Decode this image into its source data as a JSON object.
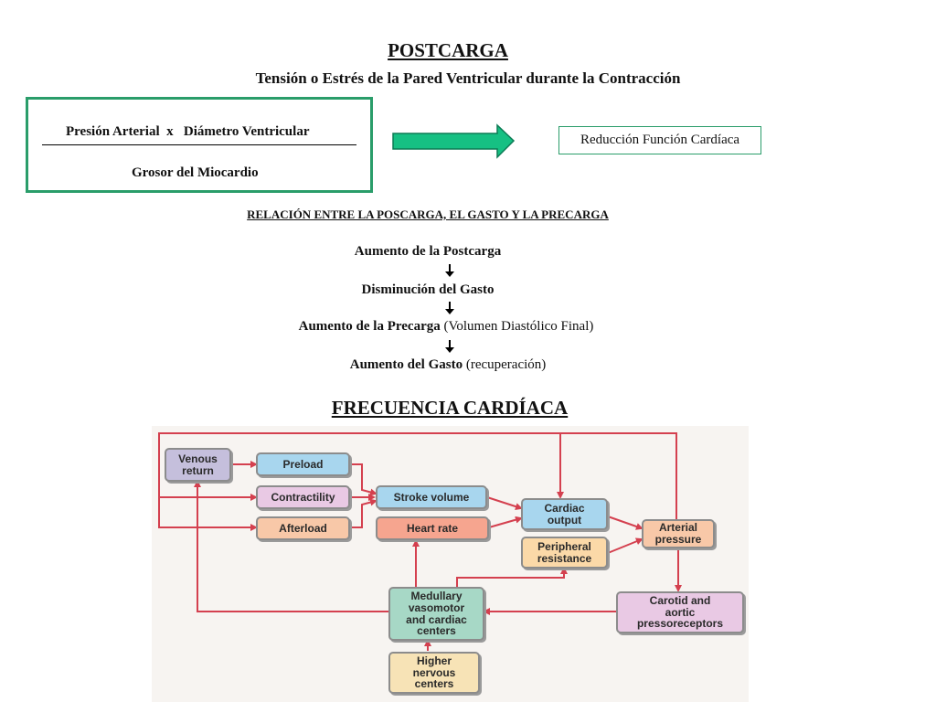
{
  "header": {
    "title": "POSTCARGA",
    "subtitle": "Tensión o Estrés de la Pared Ventricular durante la Contracción"
  },
  "formula": {
    "numerator": "Presión Arterial  x   Diámetro Ventricular",
    "denominator": "Grosor del Miocardio"
  },
  "result": {
    "label": "Reducción Función Cardíaca"
  },
  "relationship": {
    "title": "RELACIÓN ENTRE LA POSCARGA, EL GASTO Y LA PRECARGA",
    "steps": [
      {
        "bold": "Aumento de la Postcarga",
        "normal": ""
      },
      {
        "bold": "Disminución del Gasto",
        "normal": ""
      },
      {
        "bold": "Aumento de la Precarga",
        "normal": " (Volumen Diastólico Final)"
      },
      {
        "bold": "Aumento del Gasto",
        "normal": "  (recuperación)"
      }
    ]
  },
  "section2": {
    "title": "FRECUENCIA CARDÍACA"
  },
  "diagram": {
    "nodes": {
      "venous_return": {
        "l1": "Venous",
        "l2": "return"
      },
      "preload": {
        "l1": "Preload"
      },
      "contractility": {
        "l1": "Contractility"
      },
      "afterload": {
        "l1": "Afterload"
      },
      "stroke_volume": {
        "l1": "Stroke volume"
      },
      "heart_rate": {
        "l1": "Heart rate"
      },
      "cardiac_output": {
        "l1": "Cardiac",
        "l2": "output"
      },
      "peripheral_resistance": {
        "l1": "Peripheral",
        "l2": "resistance"
      },
      "arterial_pressure": {
        "l1": "Arterial",
        "l2": "pressure"
      },
      "medullary": {
        "l1": "Medullary",
        "l2": "vasomotor",
        "l3": "and cardiac",
        "l4": "centers"
      },
      "pressoreceptors": {
        "l1": "Carotid and",
        "l2": "aortic",
        "l3": "pressoreceptors"
      },
      "higher_nervous": {
        "l1": "Higher",
        "l2": "nervous",
        "l3": "centers"
      }
    },
    "colors": {
      "arrow": "#d4404f",
      "venous": "#c5bfdc",
      "blue": "#a8d6ee",
      "pink": "#e9c9e4",
      "orange": "#f8c8a8",
      "salmon": "#f6a58f",
      "green": "#a7d8c6",
      "peach": "#fbd9a8",
      "tan": "#f7e3b6"
    }
  }
}
